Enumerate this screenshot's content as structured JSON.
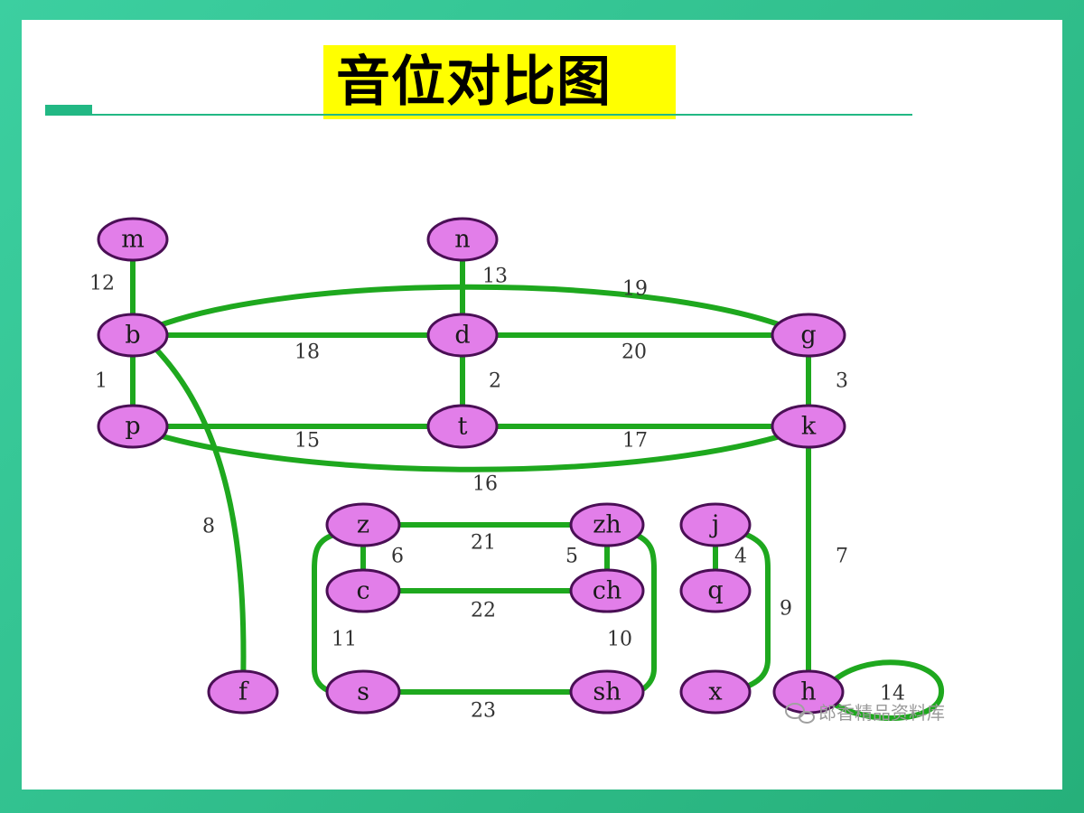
{
  "title": "音位对比图",
  "colors": {
    "frame": "#2fbf8f",
    "title_bg": "#ffff00",
    "rule": "#22b884",
    "edge": "#1ea81e",
    "node_fill": "#e27ee9",
    "node_stroke": "#4a0f55"
  },
  "nodes": [
    {
      "id": "m",
      "label": "m"
    },
    {
      "id": "n",
      "label": "n"
    },
    {
      "id": "b",
      "label": "b"
    },
    {
      "id": "d",
      "label": "d"
    },
    {
      "id": "g",
      "label": "g"
    },
    {
      "id": "p",
      "label": "p"
    },
    {
      "id": "t",
      "label": "t"
    },
    {
      "id": "k",
      "label": "k"
    },
    {
      "id": "z",
      "label": "z"
    },
    {
      "id": "zh",
      "label": "zh"
    },
    {
      "id": "j",
      "label": "j"
    },
    {
      "id": "c",
      "label": "c"
    },
    {
      "id": "ch",
      "label": "ch"
    },
    {
      "id": "q",
      "label": "q"
    },
    {
      "id": "f",
      "label": "f"
    },
    {
      "id": "s",
      "label": "s"
    },
    {
      "id": "sh",
      "label": "sh"
    },
    {
      "id": "x",
      "label": "x"
    },
    {
      "id": "h",
      "label": "h"
    }
  ],
  "edges": [
    {
      "from": "m",
      "to": "b",
      "label": "12"
    },
    {
      "from": "b",
      "to": "p",
      "label": "1"
    },
    {
      "from": "n",
      "to": "d",
      "label": "13"
    },
    {
      "from": "d",
      "to": "t",
      "label": "2"
    },
    {
      "from": "g",
      "to": "k",
      "label": "3"
    },
    {
      "from": "b",
      "to": "d",
      "label": "18"
    },
    {
      "from": "d",
      "to": "g",
      "label": "20"
    },
    {
      "from": "b",
      "to": "g",
      "label": "19"
    },
    {
      "from": "p",
      "to": "t",
      "label": "15"
    },
    {
      "from": "t",
      "to": "k",
      "label": "17"
    },
    {
      "from": "p",
      "to": "k",
      "label": "16"
    },
    {
      "from": "b",
      "to": "f",
      "label": "8"
    },
    {
      "from": "k",
      "to": "h",
      "label": "7"
    },
    {
      "from": "h",
      "to": "h",
      "label": "14"
    },
    {
      "from": "z",
      "to": "zh",
      "label": "21"
    },
    {
      "from": "z",
      "to": "c",
      "label": "6"
    },
    {
      "from": "zh",
      "to": "ch",
      "label": "5"
    },
    {
      "from": "c",
      "to": "ch",
      "label": "22"
    },
    {
      "from": "z",
      "to": "s",
      "label": "11"
    },
    {
      "from": "zh",
      "to": "sh",
      "label": "10"
    },
    {
      "from": "s",
      "to": "sh",
      "label": "23"
    },
    {
      "from": "j",
      "to": "q",
      "label": "4"
    },
    {
      "from": "j",
      "to": "x",
      "label": "9"
    }
  ],
  "watermark": "郎香精品资料库",
  "watermark_icon": "wechat-icon"
}
